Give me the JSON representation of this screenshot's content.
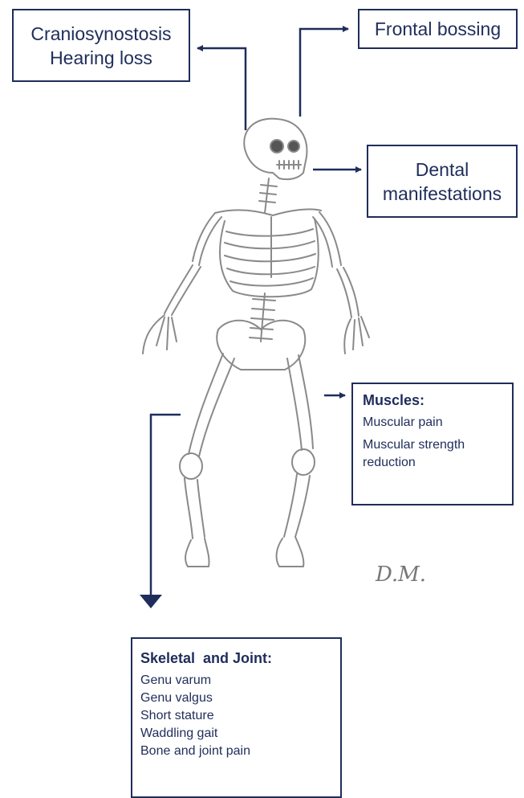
{
  "labels": {
    "craniosynostosis": "Craniosynostosis",
    "hearing_loss": "Hearing loss",
    "frontal_bossing": "Frontal bossing",
    "dental_line1": "Dental",
    "dental_line2": "manifestations"
  },
  "muscles": {
    "heading": "Muscles:",
    "items": [
      "Muscular pain",
      "Muscular strength reduction"
    ]
  },
  "skeletal": {
    "heading": "Skeletal  and Joint:",
    "items": [
      "Genu varum",
      "Genu valgus",
      "Short stature",
      "Waddling gait",
      "Bone and joint pain"
    ]
  },
  "signature": "D.M.",
  "colors": {
    "navy": "#1f2d5a",
    "pencil": "#8a8a8a"
  }
}
